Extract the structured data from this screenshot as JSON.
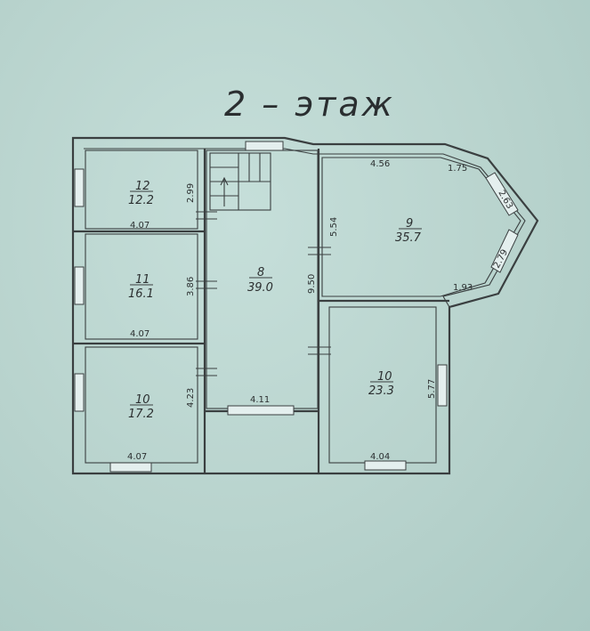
{
  "title": "2 – этаж",
  "rooms": [
    {
      "number": "12",
      "area": "12.2"
    },
    {
      "number": "11",
      "area": "16.1"
    },
    {
      "number": "10",
      "area": "17.2"
    },
    {
      "number": "8",
      "area": "39.0"
    },
    {
      "number": "9",
      "area": "35.7"
    },
    {
      "number": "10",
      "area": "23.3"
    }
  ],
  "dimensions": {
    "r12_width": "4.07",
    "r12_height": "2.99",
    "r11_width": "4.07",
    "r11_height": "3.86",
    "r10a_width": "4.07",
    "r10a_height": "4.23",
    "hall_width": "4.11",
    "hall_height": "9.50",
    "r9_top": "4.56",
    "r9_left": "5.54",
    "r9_bay_top": "1.75",
    "r9_bay_mid_top": "2.63",
    "r9_bay_mid_bottom": "2.79",
    "r9_bottom": "1.93",
    "r10b_height": "5.77",
    "r10b_width": "4.04"
  }
}
